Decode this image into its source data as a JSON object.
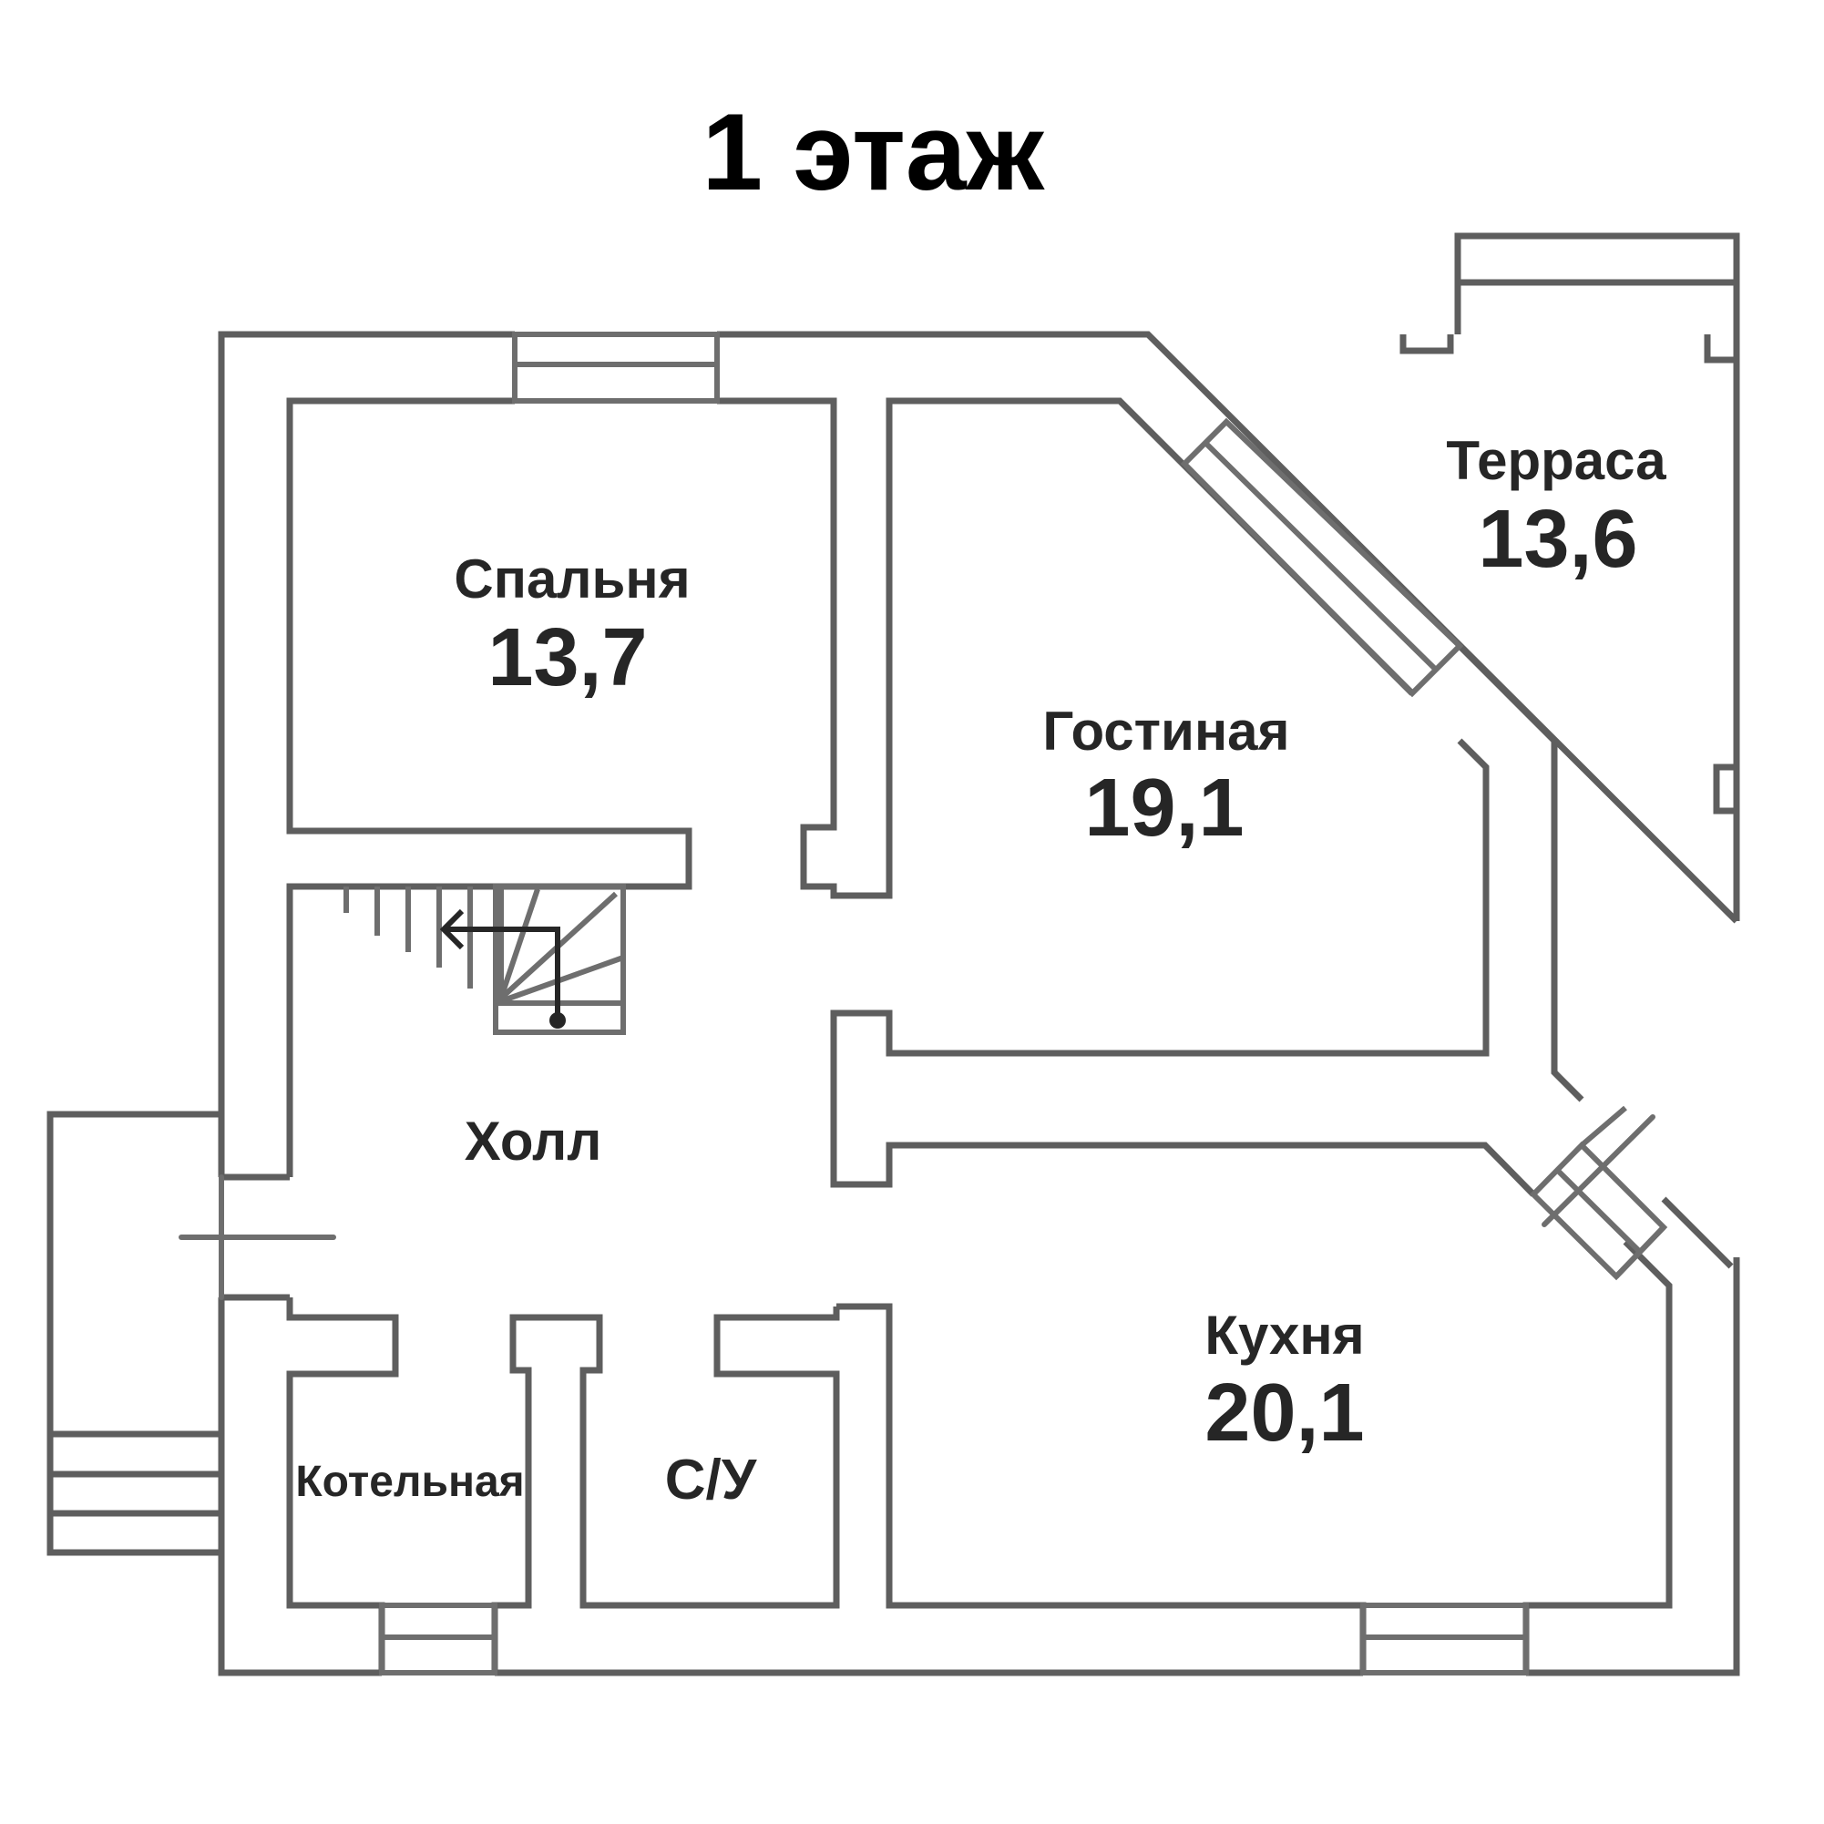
{
  "title": "1 этаж",
  "colors": {
    "wall": "#5e5e5e",
    "window": "#6e6e6e",
    "text": "#262626",
    "stair_arrow": "#262626",
    "background": "#ffffff"
  },
  "rooms": [
    {
      "id": "bedroom",
      "name": "Спальня",
      "area": "13,7"
    },
    {
      "id": "living",
      "name": "Гостиная",
      "area": "19,1"
    },
    {
      "id": "terrace",
      "name": "Терраса",
      "area": "13,6"
    },
    {
      "id": "hall",
      "name": "Холл",
      "area": ""
    },
    {
      "id": "kitchen",
      "name": "Кухня",
      "area": "20,1"
    },
    {
      "id": "boiler",
      "name": "Котельная",
      "area": ""
    },
    {
      "id": "wc",
      "name": "С/У",
      "area": ""
    }
  ]
}
